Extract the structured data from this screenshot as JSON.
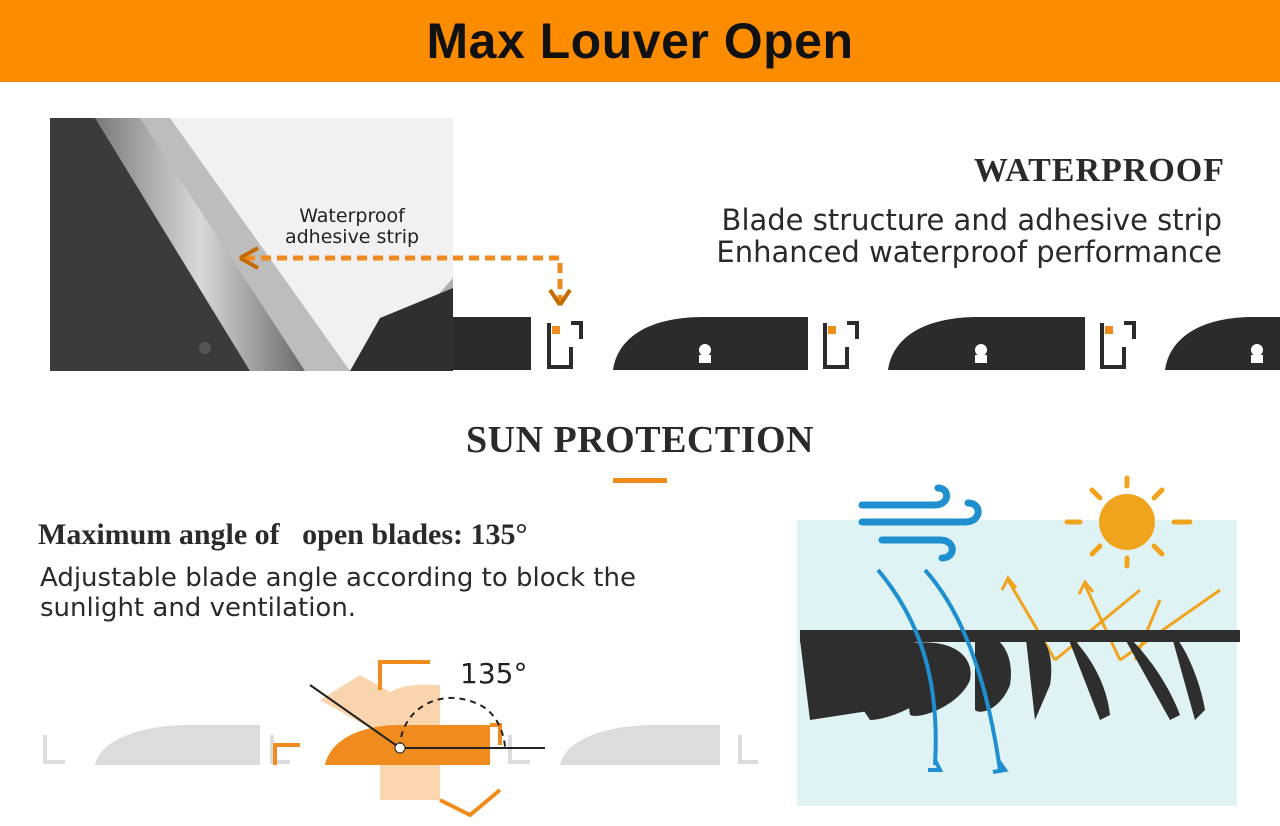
{
  "banner": {
    "title": "Max Louver Open",
    "color": "#fb8c00"
  },
  "waterproof": {
    "title": "WATERPROOF",
    "line1": "Blade structure and adhesive strip",
    "line2": "Enhanced waterproof performance",
    "photo_label": "Waterproof adhesive strip",
    "accent": "#f08c1e"
  },
  "sun_protection": {
    "title": "SUN PROTECTION",
    "heading": "Maximum angle of   open blades: 135°",
    "description": "Adjustable blade angle according to block the sunlight and ventilation.",
    "angle_label": "135°"
  },
  "icons": [
    "wind-icon",
    "sun-icon",
    "sunlight-ray-arrows",
    "airflow-arrows",
    "dashed-arrow-icon"
  ],
  "colors": {
    "orange": "#f08c1e",
    "blade_dark": "#2b2b2b",
    "airflow_blue": "#1f8fcf",
    "sky": "#dff3f5"
  }
}
